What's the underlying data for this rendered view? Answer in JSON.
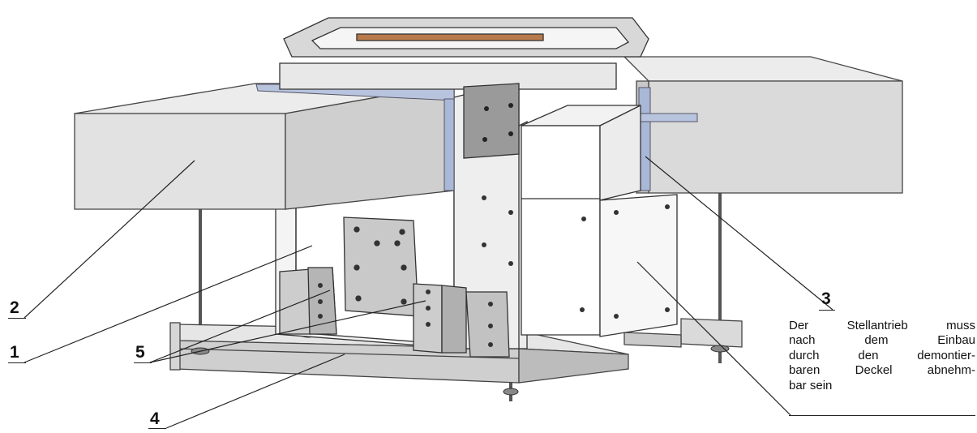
{
  "callouts": {
    "c1": "1",
    "c2": "2",
    "c3": "3",
    "c4": "4",
    "c5": "5"
  },
  "note": {
    "lines": [
      "Der Stellantrieb muss",
      "nach dem Einbau",
      "durch den demontier-",
      "baren Deckel abnehm-",
      "bar sein"
    ]
  }
}
